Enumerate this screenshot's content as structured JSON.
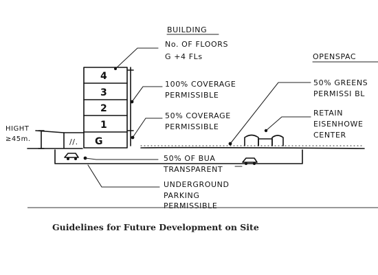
{
  "labels": {
    "building_title": "BUILDING",
    "floors_line1": "No. OF FLOORS",
    "floors_line2": "G +4 FLs",
    "coverage_100_line1": "100% COVERAGE",
    "coverage_100_line2": "PERMISSIBLE",
    "coverage_50_line1": "50% COVERAGE",
    "coverage_50_line2": "PERMISSIBLE",
    "bua_line1": "50% OF BUA",
    "bua_line2": "TRANSPARENT",
    "parking_line1": "UNDERGROUND",
    "parking_line2": "PARKING",
    "parking_line3": "PERMISSIBLE",
    "height_line1": "HIGHT",
    "height_line2": "≥45m.",
    "openspace_title": "OPENSPAC",
    "greens_line1": "50% GREENS",
    "greens_line2": "PERMISSI BL",
    "retain_line1": "RETAIN",
    "retain_line2": "EISENHOWE",
    "retain_line3": "CENTER"
  },
  "floors": [
    "4",
    "3",
    "2",
    "1"
  ],
  "ground_floor": {
    "hatch": "//.",
    "label": "G"
  },
  "caption": "Guidelines for Future Development on Site"
}
